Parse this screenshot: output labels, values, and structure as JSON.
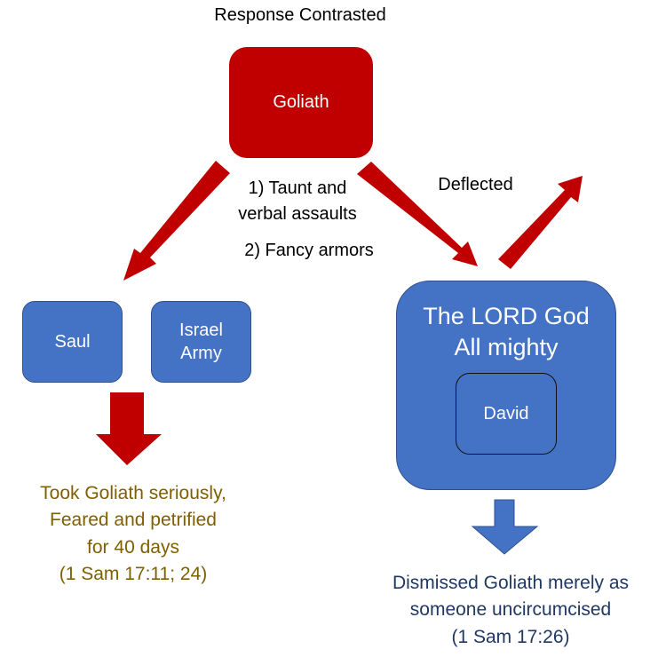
{
  "title": "Response Contrasted",
  "colors": {
    "red": "#c00000",
    "blue": "#4472c4",
    "left_text": "#7f6000",
    "right_text": "#1f3864"
  },
  "nodes": {
    "goliath": "Goliath",
    "saul": "Saul",
    "israel_army": [
      "Israel",
      "Army"
    ],
    "lord": [
      "The LORD God",
      "All mighty"
    ],
    "david": "David"
  },
  "labels": {
    "taunt": [
      "1) Taunt and",
      "verbal assaults"
    ],
    "armor": "2) Fancy armors",
    "deflected": "Deflected"
  },
  "results": {
    "left": [
      "Took Goliath seriously,",
      "Feared and petrified",
      "for 40 days",
      "(1 Sam 17:11; 24)"
    ],
    "right": [
      "Dismissed Goliath merely as",
      "someone uncircumcised",
      "(1 Sam 17:26)"
    ]
  }
}
